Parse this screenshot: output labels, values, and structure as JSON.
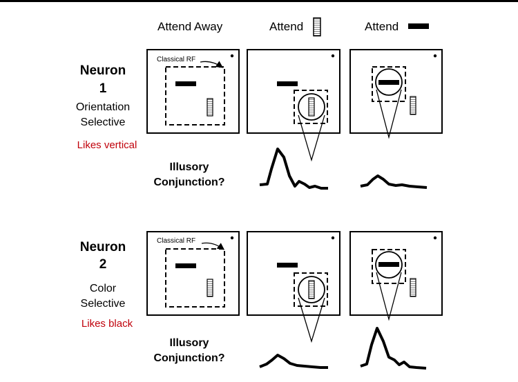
{
  "headers": {
    "attend_away": "Attend Away",
    "attend_vertical": "Attend",
    "attend_horizontal": "Attend"
  },
  "neurons": [
    {
      "name_line1": "Neuron",
      "name_line2": "1",
      "desc_line1": "Orientation",
      "desc_line2": "Selective",
      "likes": "Likes vertical",
      "rf_label": "Classical RF",
      "question_line1": "Illusory",
      "question_line2": "Conjunction?"
    },
    {
      "name_line1": "Neuron",
      "name_line2": "2",
      "desc_line1": "Color",
      "desc_line2": "Selective",
      "likes": "Likes black",
      "rf_label": "Classical RF",
      "question_line1": "Illusory",
      "question_line2": "Conjunction?"
    }
  ],
  "colors": {
    "likes_text": "#c0000a",
    "ink": "#000000"
  }
}
